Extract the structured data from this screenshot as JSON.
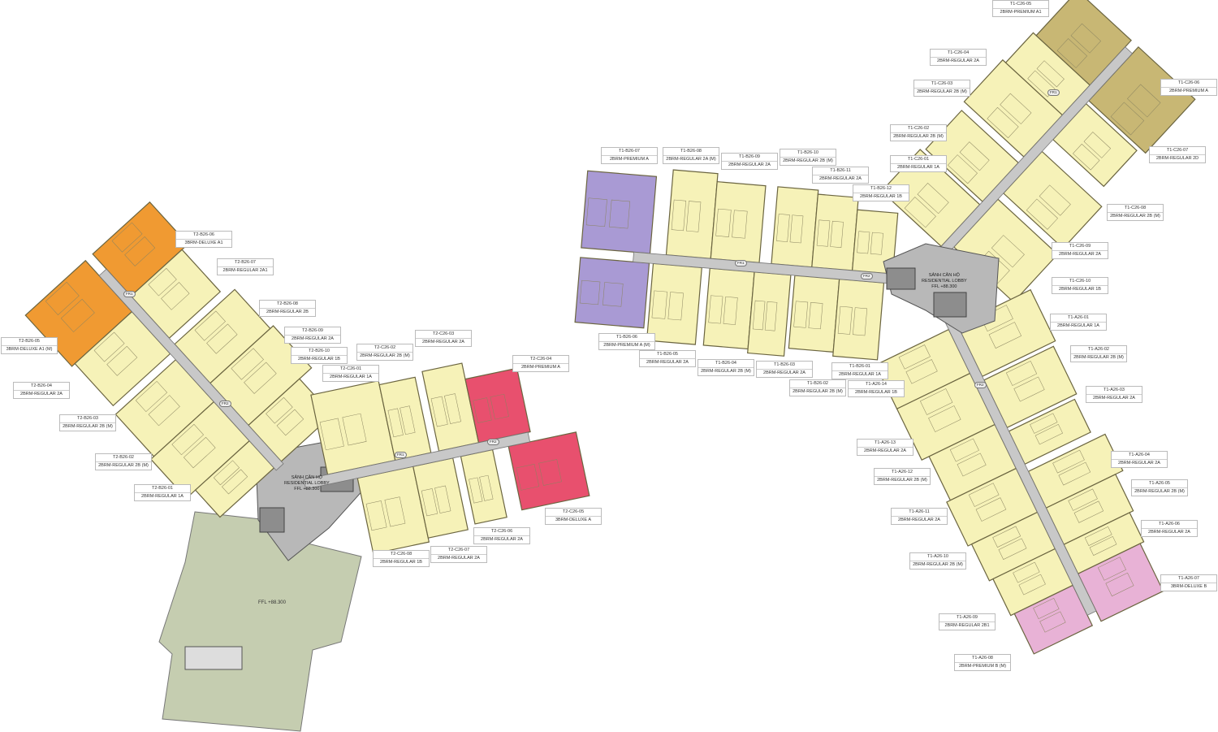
{
  "colors": {
    "regular": "#f6f2b8",
    "deluxe_a1": "#f09a32",
    "premium_red": "#e8506e",
    "premium_purple": "#a99ad4",
    "premium_gold": "#c8b774",
    "premium_pink": "#e8b2d6",
    "corridor": "#c8c8c8",
    "core": "#8d8d8d",
    "podium": "#c5cdb0"
  },
  "lobby_left": {
    "vn": "SẢNH CĂN HỘ",
    "en": "RESIDENTIAL LOBBY",
    "ffl": "FFL +88.300"
  },
  "lobby_right": {
    "vn": "SẢNH CĂN HỘ",
    "en": "RESIDENTIAL LOBBY",
    "ffl": "FFL +88.300"
  },
  "podium_ffl": "FFL +88.300",
  "corridor_tags": [
    "FR1",
    "FR2",
    "FR1",
    "FR2",
    "FR1",
    "FR2",
    "FR1",
    "FR2"
  ],
  "labels_t2": [
    {
      "code": "T2-B26-06",
      "type": "3BRM-DELUXE A1"
    },
    {
      "code": "T2-B26-07",
      "type": "2BRM-REGULAR 2A1"
    },
    {
      "code": "T2-B26-08",
      "type": "2BRM-REGULAR 2B"
    },
    {
      "code": "T2-B26-09",
      "type": "2BRM-REGULAR 2A"
    },
    {
      "code": "T2-B26-10",
      "type": "2BRM-REGULAR 1B"
    },
    {
      "code": "T2-B26-05",
      "type": "3BRM-DELUXE A1 (M)"
    },
    {
      "code": "T2-B26-04",
      "type": "2BRM-REGULAR 2A"
    },
    {
      "code": "T2-B26-03",
      "type": "2BRM-REGULAR 2B (M)"
    },
    {
      "code": "T2-B26-02",
      "type": "2BRM-REGULAR 2B (M)"
    },
    {
      "code": "T2-B26-01",
      "type": "2BRM-REGULAR 1A"
    },
    {
      "code": "T2-C26-01",
      "type": "2BRM-REGULAR 1A"
    },
    {
      "code": "T2-C26-02",
      "type": "2BRM-REGULAR 2B (M)"
    },
    {
      "code": "T2-C26-03",
      "type": "2BRM-REGULAR 2A"
    },
    {
      "code": "T2-C26-04",
      "type": "2BRM-PREMIUM A"
    },
    {
      "code": "T2-C26-05",
      "type": "3BRM-DELUXE A"
    },
    {
      "code": "T2-C26-06",
      "type": "2BRM-REGULAR 2A"
    },
    {
      "code": "T2-C26-07",
      "type": "2BRM-REGULAR 2A"
    },
    {
      "code": "T2-C26-08",
      "type": "2BRM-REGULAR 1B"
    }
  ],
  "labels_t1": [
    {
      "code": "T1-B26-07",
      "type": "2BRM-PREMIUM A"
    },
    {
      "code": "T1-B26-08",
      "type": "2BRM-REGULAR 2A (M)"
    },
    {
      "code": "T1-B26-09",
      "type": "2BRM-REGULAR 2A"
    },
    {
      "code": "T1-B26-10",
      "type": "2BRM-REGULAR 2B (M)"
    },
    {
      "code": "T1-B26-11",
      "type": "2BRM-REGULAR 2A"
    },
    {
      "code": "T1-B26-12",
      "type": "2BRM-REGULAR 1B"
    },
    {
      "code": "T1-C26-01",
      "type": "2BRM-REGULAR 1A"
    },
    {
      "code": "T1-B26-06",
      "type": "2BRM-PREMIUM A (M)"
    },
    {
      "code": "T1-B26-05",
      "type": "2BRM-REGULAR 2A"
    },
    {
      "code": "T1-B26-04",
      "type": "2BRM-REGULAR 2B (M)"
    },
    {
      "code": "T1-B26-03",
      "type": "2BRM-REGULAR 2A"
    },
    {
      "code": "T1-B26-02",
      "type": "2BRM-REGULAR 2B (M)"
    },
    {
      "code": "T1-B26-01",
      "type": "2BRM-REGULAR 1A"
    },
    {
      "code": "T1-A26-14",
      "type": "2BRM-REGULAR 1B"
    },
    {
      "code": "T1-C26-05",
      "type": "2BRM-PREMIUM A1"
    },
    {
      "code": "T1-C26-04",
      "type": "2BRM-REGULAR 2A"
    },
    {
      "code": "T1-C26-03",
      "type": "2BRM-REGULAR 2B (M)"
    },
    {
      "code": "T1-C26-02",
      "type": "2BRM-REGULAR 2B (M)"
    },
    {
      "code": "T1-C26-06",
      "type": "2BRM-PREMIUM A"
    },
    {
      "code": "T1-C26-07",
      "type": "2BRM-REGULAR 2D"
    },
    {
      "code": "T1-C26-08",
      "type": "2BRM-REGULAR 2B (M)"
    },
    {
      "code": "T1-C26-09",
      "type": "2BRM-REGULAR 2A"
    },
    {
      "code": "T1-C26-10",
      "type": "2BRM-REGULAR 1B"
    },
    {
      "code": "T1-A26-01",
      "type": "2BRM-REGULAR 1A"
    },
    {
      "code": "T1-A26-02",
      "type": "2BRM-REGULAR 2B (M)"
    },
    {
      "code": "T1-A26-03",
      "type": "2BRM-REGULAR 2A"
    },
    {
      "code": "T1-A26-04",
      "type": "2BRM-REGULAR 2A"
    },
    {
      "code": "T1-A26-05",
      "type": "2BRM-REGULAR 2B (M)"
    },
    {
      "code": "T1-A26-06",
      "type": "2BRM-REGULAR 2A"
    },
    {
      "code": "T1-A26-07",
      "type": "3BRM-DELUXE B"
    },
    {
      "code": "T1-A26-13",
      "type": "2BRM-REGULAR 2A"
    },
    {
      "code": "T1-A26-12",
      "type": "2BRM-REGULAR 2B (M)"
    },
    {
      "code": "T1-A26-11",
      "type": "2BRM-REGULAR 2A"
    },
    {
      "code": "T1-A26-10",
      "type": "2BRM-REGULAR 2B (M)"
    },
    {
      "code": "T1-A26-09",
      "type": "2BRM-REGULAR 2B1"
    },
    {
      "code": "T1-A26-08",
      "type": "2BRM-PREMIUM B (M)"
    }
  ]
}
